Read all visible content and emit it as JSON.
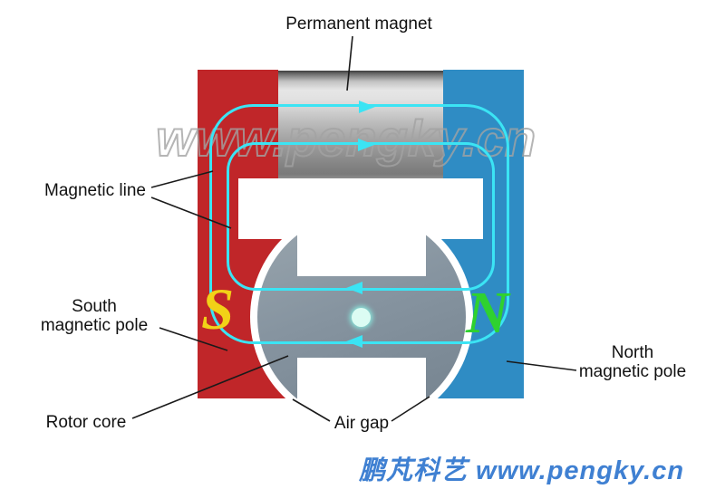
{
  "diagram": {
    "labels": {
      "permanent_magnet": "Permanent magnet",
      "magnetic_line": "Magnetic line",
      "south_line1": "South",
      "south_line2": "magnetic pole",
      "north_line1": "North",
      "north_line2": "magnetic pole",
      "rotor_core": "Rotor core",
      "air_gap": "Air gap"
    },
    "pole_letters": {
      "south": "S",
      "north": "N"
    },
    "watermark_text": "www.pengky.cn",
    "footer_text": "鹏芃科艺 www.pengky.cn",
    "colors": {
      "south_pole_red": "#c02629",
      "north_pole_blue": "#2f8cc4",
      "magnetic_line_cyan": "#3be4f4",
      "south_letter_yellow": "#f2d117",
      "north_letter_green": "#2fd12f",
      "rotor_gray": "#8794a0",
      "watermark_gray": "#a3a3a3",
      "footer_blue": "#3f80d2"
    }
  }
}
